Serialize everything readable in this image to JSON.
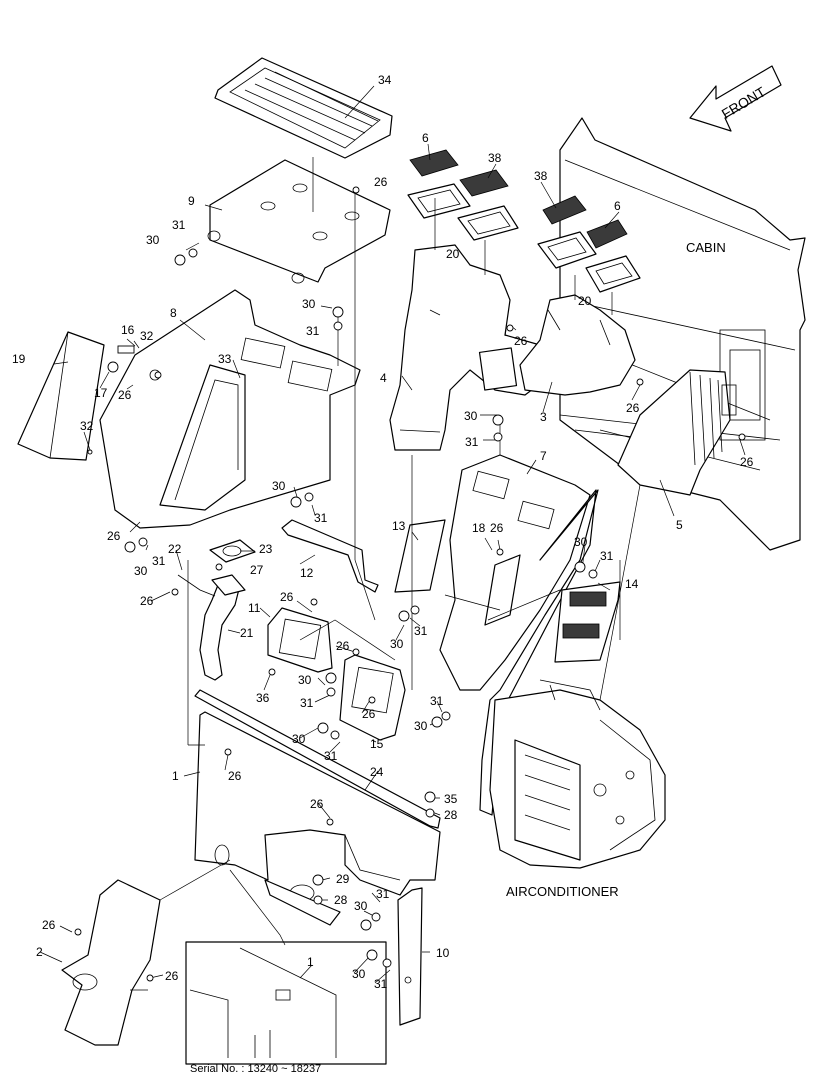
{
  "labels": {
    "front": "FRONT",
    "cabin": "CABIN",
    "airconditioner": "AIRCONDITIONER",
    "serial": "Serial No. : 13240 ~ 18237"
  },
  "callouts": [
    {
      "id": "c34",
      "text": "34"
    },
    {
      "id": "c6a",
      "text": "6"
    },
    {
      "id": "c38a",
      "text": "38"
    },
    {
      "id": "c38b",
      "text": "38"
    },
    {
      "id": "c6b",
      "text": "6"
    },
    {
      "id": "c9",
      "text": "9"
    },
    {
      "id": "c26a",
      "text": "26"
    },
    {
      "id": "c31a",
      "text": "31"
    },
    {
      "id": "c30a",
      "text": "30"
    },
    {
      "id": "c20a",
      "text": "20"
    },
    {
      "id": "c20b",
      "text": "20"
    },
    {
      "id": "c30b",
      "text": "30"
    },
    {
      "id": "c31b",
      "text": "31"
    },
    {
      "id": "c8",
      "text": "8"
    },
    {
      "id": "c16",
      "text": "16"
    },
    {
      "id": "c32a",
      "text": "32"
    },
    {
      "id": "c19",
      "text": "19"
    },
    {
      "id": "c17",
      "text": "17"
    },
    {
      "id": "c26b",
      "text": "26"
    },
    {
      "id": "c33",
      "text": "33"
    },
    {
      "id": "c26c",
      "text": "26"
    },
    {
      "id": "c4",
      "text": "4"
    },
    {
      "id": "c3",
      "text": "3"
    },
    {
      "id": "c26d",
      "text": "26"
    },
    {
      "id": "c26e",
      "text": "26"
    },
    {
      "id": "c32b",
      "text": "32"
    },
    {
      "id": "c30c",
      "text": "30"
    },
    {
      "id": "c31c",
      "text": "31"
    },
    {
      "id": "c7",
      "text": "7"
    },
    {
      "id": "c5",
      "text": "5"
    },
    {
      "id": "c30d",
      "text": "30"
    },
    {
      "id": "c31d",
      "text": "31"
    },
    {
      "id": "c13",
      "text": "13"
    },
    {
      "id": "c18",
      "text": "18"
    },
    {
      "id": "c26f",
      "text": "26"
    },
    {
      "id": "c26g",
      "text": "26"
    },
    {
      "id": "c30e",
      "text": "30"
    },
    {
      "id": "c31e",
      "text": "31"
    },
    {
      "id": "c22",
      "text": "22"
    },
    {
      "id": "c23",
      "text": "23"
    },
    {
      "id": "c12",
      "text": "12"
    },
    {
      "id": "c27",
      "text": "27"
    },
    {
      "id": "c26h",
      "text": "26"
    },
    {
      "id": "c30f",
      "text": "30"
    },
    {
      "id": "c31f",
      "text": "31"
    },
    {
      "id": "c14",
      "text": "14"
    },
    {
      "id": "c26i",
      "text": "26"
    },
    {
      "id": "c11",
      "text": "11"
    },
    {
      "id": "c21",
      "text": "21"
    },
    {
      "id": "c30g",
      "text": "30"
    },
    {
      "id": "c31g",
      "text": "31"
    },
    {
      "id": "c26j",
      "text": "26"
    },
    {
      "id": "c30h",
      "text": "30"
    },
    {
      "id": "c31h",
      "text": "31"
    },
    {
      "id": "c36",
      "text": "36"
    },
    {
      "id": "c26k",
      "text": "26"
    },
    {
      "id": "c31i",
      "text": "31"
    },
    {
      "id": "c30i",
      "text": "30"
    },
    {
      "id": "c30j",
      "text": "30"
    },
    {
      "id": "c31j",
      "text": "31"
    },
    {
      "id": "c15",
      "text": "15"
    },
    {
      "id": "c1a",
      "text": "1"
    },
    {
      "id": "c26l",
      "text": "26"
    },
    {
      "id": "c24",
      "text": "24"
    },
    {
      "id": "c35",
      "text": "35"
    },
    {
      "id": "c28a",
      "text": "28"
    },
    {
      "id": "c26m",
      "text": "26"
    },
    {
      "id": "c29",
      "text": "29"
    },
    {
      "id": "c28b",
      "text": "28"
    },
    {
      "id": "c31k",
      "text": "31"
    },
    {
      "id": "c30k",
      "text": "30"
    },
    {
      "id": "c10",
      "text": "10"
    },
    {
      "id": "c26n",
      "text": "26"
    },
    {
      "id": "c2",
      "text": "2"
    },
    {
      "id": "c26o",
      "text": "26"
    },
    {
      "id": "c1b",
      "text": "1"
    },
    {
      "id": "c30l",
      "text": "30"
    },
    {
      "id": "c31l",
      "text": "31"
    }
  ]
}
